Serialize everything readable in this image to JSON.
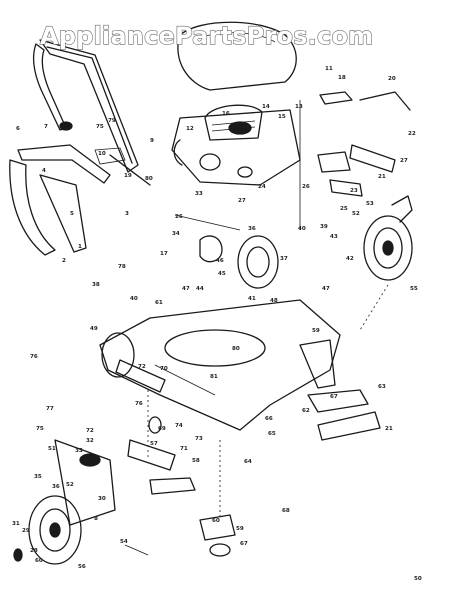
{
  "watermark": "AppliancePartsPros.com",
  "labels": [
    {
      "id": "l1",
      "text": "1"
    },
    {
      "id": "l2",
      "text": "2"
    },
    {
      "id": "l3",
      "text": "3"
    },
    {
      "id": "l4",
      "text": "4"
    },
    {
      "id": "l5",
      "text": "5"
    },
    {
      "id": "l6",
      "text": "6"
    },
    {
      "id": "l7",
      "text": "7"
    },
    {
      "id": "l8",
      "text": "8"
    },
    {
      "id": "l9",
      "text": "9"
    },
    {
      "id": "l10",
      "text": "10"
    },
    {
      "id": "l11",
      "text": "11"
    },
    {
      "id": "l12",
      "text": "12"
    },
    {
      "id": "l13",
      "text": "13"
    },
    {
      "id": "l14",
      "text": "14"
    },
    {
      "id": "l15",
      "text": "15"
    },
    {
      "id": "l16",
      "text": "16"
    },
    {
      "id": "l17",
      "text": "17"
    },
    {
      "id": "l18",
      "text": "18"
    },
    {
      "id": "l19",
      "text": "19"
    },
    {
      "id": "l20",
      "text": "20"
    },
    {
      "id": "l21",
      "text": "21"
    },
    {
      "id": "l22",
      "text": "22"
    },
    {
      "id": "l23",
      "text": "23"
    },
    {
      "id": "l24",
      "text": "24"
    },
    {
      "id": "l25",
      "text": "25"
    },
    {
      "id": "l26",
      "text": "26"
    },
    {
      "id": "l27",
      "text": "27"
    },
    {
      "id": "l28",
      "text": "28"
    },
    {
      "id": "l29",
      "text": "29"
    },
    {
      "id": "l30",
      "text": "30"
    },
    {
      "id": "l31",
      "text": "31"
    },
    {
      "id": "l32",
      "text": "32"
    },
    {
      "id": "l33",
      "text": "33"
    },
    {
      "id": "l34",
      "text": "34"
    },
    {
      "id": "l35",
      "text": "35"
    },
    {
      "id": "l36",
      "text": "36"
    },
    {
      "id": "l37",
      "text": "37"
    },
    {
      "id": "l38",
      "text": "38"
    },
    {
      "id": "l39",
      "text": "39"
    },
    {
      "id": "l40",
      "text": "40"
    },
    {
      "id": "l41",
      "text": "41"
    },
    {
      "id": "l42",
      "text": "42"
    },
    {
      "id": "l43",
      "text": "43"
    },
    {
      "id": "l44",
      "text": "44"
    },
    {
      "id": "l45",
      "text": "45"
    },
    {
      "id": "l46",
      "text": "46"
    },
    {
      "id": "l47",
      "text": "47"
    },
    {
      "id": "l48",
      "text": "48"
    },
    {
      "id": "l49",
      "text": "49"
    },
    {
      "id": "l50",
      "text": "50"
    },
    {
      "id": "l51",
      "text": "51"
    },
    {
      "id": "l52",
      "text": "52"
    },
    {
      "id": "l53",
      "text": "53"
    },
    {
      "id": "l54",
      "text": "54"
    },
    {
      "id": "l55",
      "text": "55"
    },
    {
      "id": "l56",
      "text": "56"
    },
    {
      "id": "l57",
      "text": "57"
    },
    {
      "id": "l58",
      "text": "58"
    },
    {
      "id": "l59",
      "text": "59"
    },
    {
      "id": "l60",
      "text": "60"
    },
    {
      "id": "l61",
      "text": "61"
    },
    {
      "id": "l62",
      "text": "62"
    },
    {
      "id": "l63",
      "text": "63"
    },
    {
      "id": "l64",
      "text": "64"
    },
    {
      "id": "l65",
      "text": "65"
    },
    {
      "id": "l66",
      "text": "66"
    },
    {
      "id": "l67",
      "text": "67"
    },
    {
      "id": "l68",
      "text": "68"
    },
    {
      "id": "l69",
      "text": "69"
    },
    {
      "id": "l70",
      "text": "70"
    },
    {
      "id": "l71",
      "text": "71"
    },
    {
      "id": "l72",
      "text": "72"
    },
    {
      "id": "l73",
      "text": "73"
    },
    {
      "id": "l74",
      "text": "74"
    },
    {
      "id": "l75",
      "text": "75"
    },
    {
      "id": "l76",
      "text": "76"
    },
    {
      "id": "l77",
      "text": "77"
    },
    {
      "id": "l78",
      "text": "78"
    },
    {
      "id": "l79",
      "text": "79"
    },
    {
      "id": "l80",
      "text": "80"
    },
    {
      "id": "l81",
      "text": "81"
    }
  ]
}
